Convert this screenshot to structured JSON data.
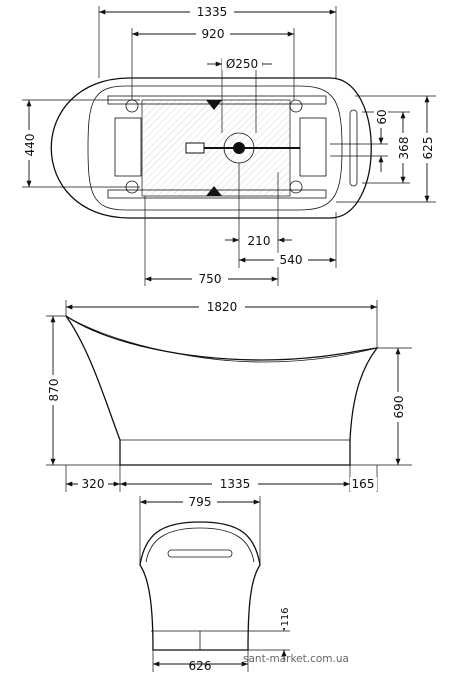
{
  "top_view": {
    "dims": {
      "overall_length": "1335",
      "inner_length": "920",
      "drain_diameter": "Ø250",
      "overall_width_right": "625",
      "inner_width": "440",
      "width_368": "368",
      "offset_60": "60",
      "drain_offset": "210",
      "drain_to_end": "540",
      "center_to_drain": "750"
    }
  },
  "side_view": {
    "dims": {
      "total_length": "1820",
      "total_height": "870",
      "rim_height": "690",
      "left_overhang": "320",
      "base_length": "1335",
      "right_overhang": "165"
    }
  },
  "end_view": {
    "dims": {
      "width": "795",
      "base_width": "626",
      "base_height": "116"
    }
  },
  "watermark": "sant-market.com.ua"
}
